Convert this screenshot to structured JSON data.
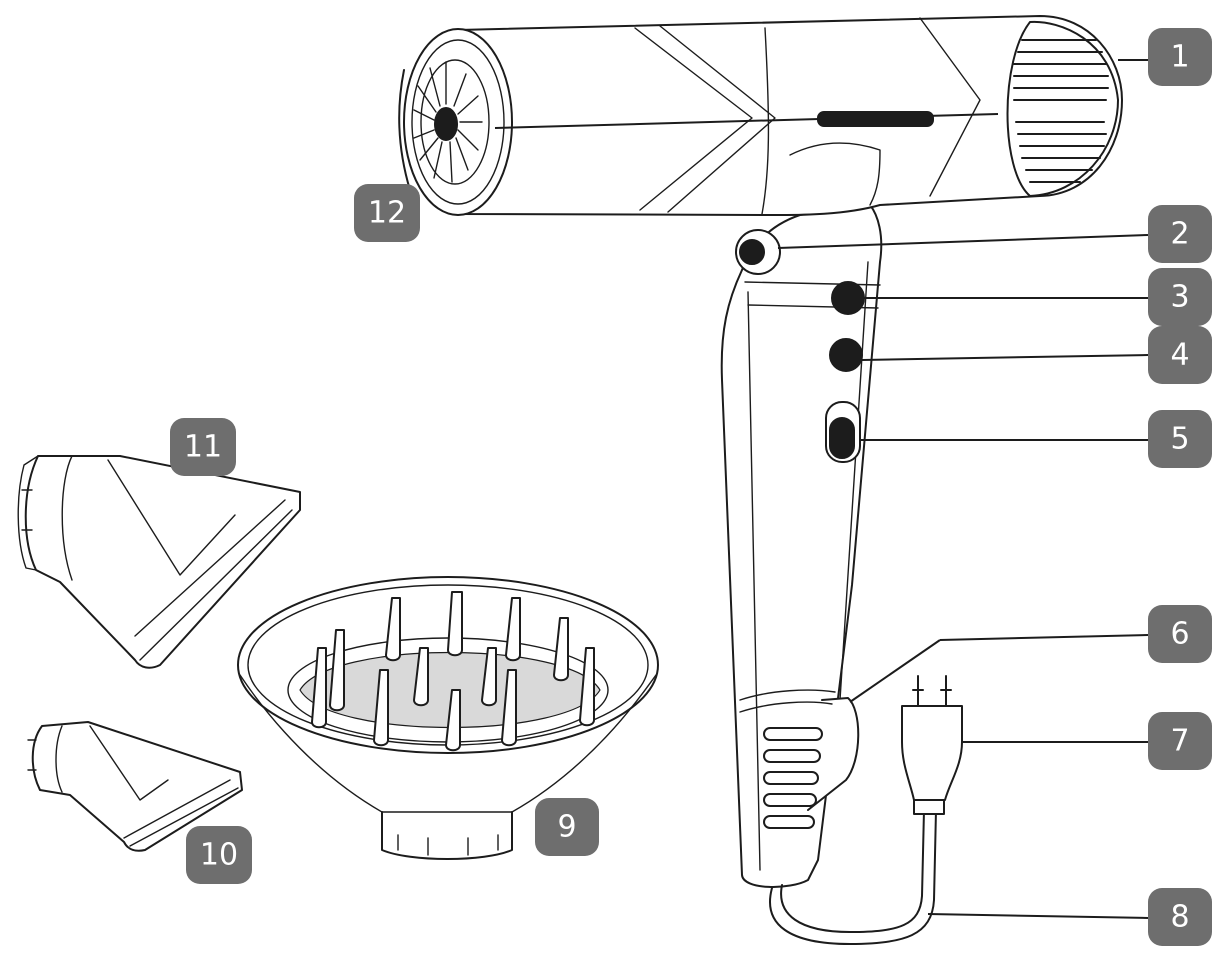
{
  "callouts": {
    "c1": "1",
    "c2": "2",
    "c3": "3",
    "c4": "4",
    "c5": "5",
    "c6": "6",
    "c7": "7",
    "c8": "8",
    "c9": "9",
    "c10": "10",
    "c11": "11",
    "c12": "12"
  },
  "colors": {
    "badge": "#6e6e6e",
    "line": "#1c1c1c",
    "background": "#ffffff"
  }
}
